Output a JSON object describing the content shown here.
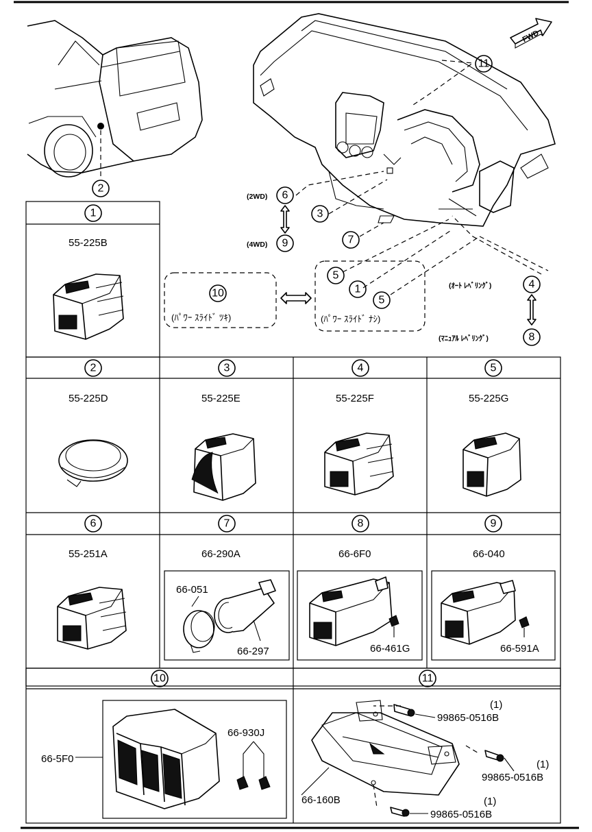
{
  "fwd_label": "FWD",
  "overview": {
    "car_rear_callout": "2",
    "dash_callouts": [
      "11",
      "6",
      "9",
      "3",
      "7",
      "5",
      "1",
      "5",
      "4",
      "8",
      "10"
    ],
    "note_2wd": "(2WD)",
    "note_4wd": "(4WD)",
    "note_auto_leveling": "(ｵｰﾄ ﾚﾍﾞﾘﾝｸﾞ)",
    "note_manual_leveling": "(ﾏﾆｭｱﾙ ﾚﾍﾞﾘﾝｸﾞ)",
    "power_slide_with": "(ﾊﾟﾜｰ ｽﾗｲﾄﾞ ﾂｷ)",
    "power_slide_without": "(ﾊﾟﾜｰ ｽﾗｲﾄﾞ ﾅｼ)"
  },
  "cells": [
    {
      "num": "1",
      "parts": [
        "55-225B"
      ]
    },
    {
      "num": "2",
      "parts": [
        "55-225D"
      ]
    },
    {
      "num": "3",
      "parts": [
        "55-225E"
      ]
    },
    {
      "num": "4",
      "parts": [
        "55-225F"
      ]
    },
    {
      "num": "5",
      "parts": [
        "55-225G"
      ]
    },
    {
      "num": "6",
      "parts": [
        "55-251A"
      ]
    },
    {
      "num": "7",
      "parts": [
        "66-290A",
        "66-051",
        "66-297"
      ]
    },
    {
      "num": "8",
      "parts": [
        "66-6F0",
        "66-461G"
      ]
    },
    {
      "num": "9",
      "parts": [
        "66-040",
        "66-591A"
      ]
    },
    {
      "num": "10",
      "parts": [
        "66-5F0",
        "66-930J"
      ]
    },
    {
      "num": "11",
      "parts": [
        "66-160B",
        "99865-0516B",
        "99865-0516B",
        "99865-0516B"
      ],
      "qty": [
        "(1)",
        "(1)",
        "(1)"
      ]
    }
  ]
}
